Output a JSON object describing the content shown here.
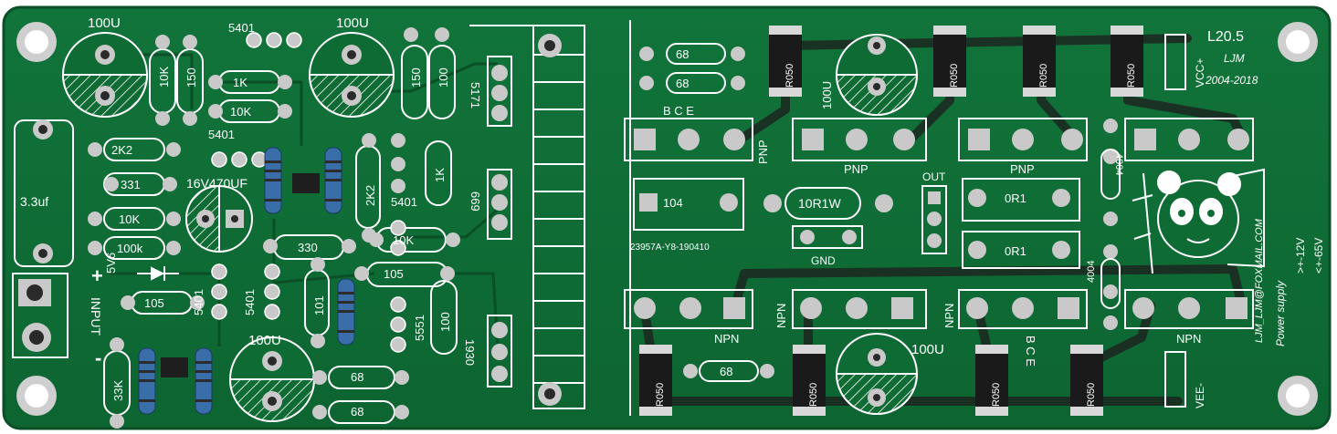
{
  "board": {
    "colors": {
      "mask": "#0f6b34",
      "mask_dark": "#0b5a2b",
      "silk": "#ffffff",
      "pad": "#c9c9c9",
      "pad_hole": "#2a2a2a"
    },
    "header": {
      "model": "L20.5",
      "author": "LJM",
      "years": "2004-2018"
    },
    "email": "LJM_LJM@FOXMAIL.COM",
    "power_supply": {
      "title": "Power supply",
      "pos": ">+-12V",
      "neg": "<+-65V"
    },
    "rails": {
      "vcc": "VCC+",
      "vee": "VEE-"
    },
    "input": {
      "label": "INPUT",
      "plus": "+",
      "minus": "-"
    },
    "output": {
      "out": "OUT",
      "gnd": "GND"
    },
    "code": "23957A-Y8-190410",
    "labels": {
      "cap_100u": "100U",
      "cap_33uf": "3.3uf",
      "cap_16v470uf": "16V470UF",
      "r_10k": "10K",
      "r_150": "150",
      "r_1k": "1K",
      "r_100": "100",
      "r_2k2": "2K2",
      "r_331": "331",
      "r_100k": "100k",
      "r_330": "330",
      "r_105": "105",
      "r_101": "101",
      "r_33k": "33K",
      "r_68": "68",
      "r_0r1": "0R1",
      "r_10r1w": "10R1W",
      "r_104": "104",
      "r_r050": "R050",
      "t_5401": "5401",
      "t_5551": "5551",
      "t_5171": "5171",
      "t_669": "669",
      "t_1930": "1930",
      "d_5v6": "5V6",
      "d_4004": "4004",
      "pnp": "PNP",
      "npn": "NPN",
      "bce": "B C E"
    }
  }
}
